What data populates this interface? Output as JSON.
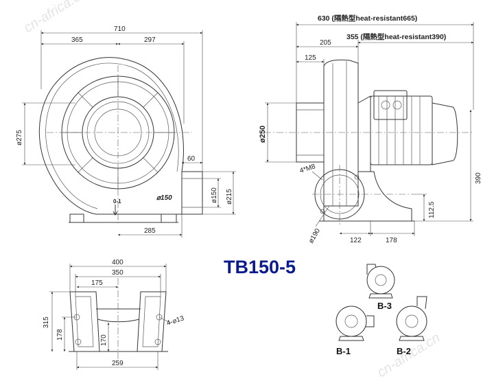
{
  "title": "TB150-5",
  "watermark": "cn-africa.cn",
  "front_view": {
    "overall_width": "710",
    "left_width": "365",
    "right_width": "297",
    "housing_diameter": "ø275",
    "outlet_length": "60",
    "outlet_inner": "ø150",
    "outlet_outer": "ø215",
    "outlet_offset": "285",
    "inlet_label": "⌀150",
    "rotation_mark": "0-1"
  },
  "side_view": {
    "total_length": "630 (隔熱型heat-resistant665)",
    "motor_length": "355 (隔熱型heat-resistant390)",
    "housing_length": "205",
    "inlet_length": "125",
    "inlet_diameter": "ø250",
    "bolts": "4*M8",
    "flange_diameter": "ø190",
    "base_left": "122",
    "base_right": "178",
    "total_height": "390",
    "shaft_height": "112.5"
  },
  "base_view": {
    "width_outer": "400",
    "width_inner": "350",
    "half_width": "175",
    "total_height": "315",
    "lower_height": "178",
    "mid_height": "170",
    "hole_spec": "4-⌀13",
    "bottom_width": "259"
  },
  "orientations": {
    "b3": "B-3",
    "b1": "B-1",
    "b2": "B-2"
  }
}
